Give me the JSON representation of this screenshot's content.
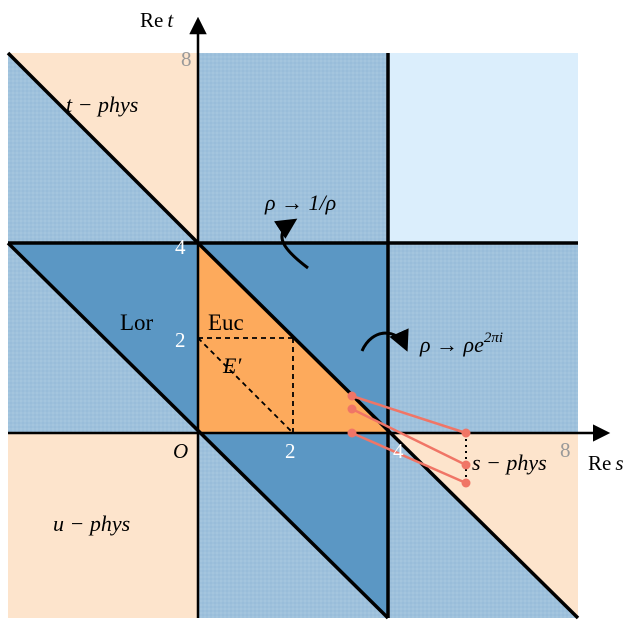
{
  "axes": {
    "x_label_re": "Re",
    "x_label_var": "s",
    "y_label_re": "Re",
    "y_label_var": "t",
    "origin": "O",
    "x_ticks": [
      "2",
      "4",
      "8"
    ],
    "y_ticks": [
      "2",
      "4",
      "8"
    ]
  },
  "regions": {
    "t_phys": "t − phys",
    "s_phys": "s − phys",
    "u_phys": "u − phys",
    "lor": "Lor",
    "euc": "Euc",
    "e_prime": "E′"
  },
  "maps": {
    "inversion": "ρ → 1/ρ",
    "monodromy": "ρ → ρe",
    "monodromy_exp": "2πi"
  },
  "colors": {
    "peach": "#fde4cc",
    "light_blue": "#dbeefc",
    "mid_blue": "#9ec1dc",
    "dark_blue": "#5b97c4",
    "orange": "#fdaa5c",
    "salmon": "#f07566"
  }
}
